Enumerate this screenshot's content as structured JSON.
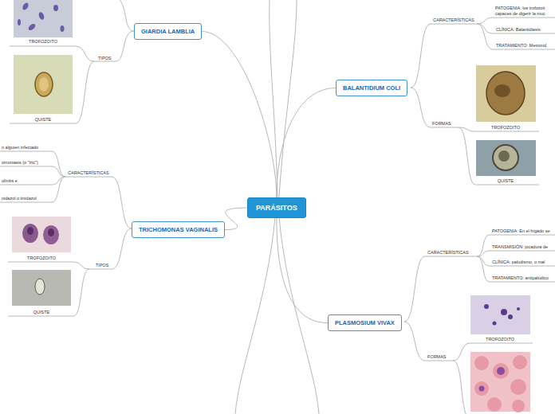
{
  "diagram": {
    "nodes": [
      {
        "text": [
          "PARÁSITOS"
        ]
      },
      {
        "text": [
          "GIARDIA LAMBLIA"
        ]
      },
      {
        "text": [
          "TRICHOMONAS VAGINALIS"
        ]
      },
      {
        "text": [
          "BALANTIDIUM COLI"
        ]
      },
      {
        "text": [
          "PLASMOSIUM VIVAX"
        ]
      }
    ],
    "edges": [
      {
        "from": 0,
        "to": 1,
        "arrow": "none"
      },
      {
        "from": 0,
        "to": 2,
        "arrow": "none"
      },
      {
        "from": 0,
        "to": 3,
        "arrow": "none"
      },
      {
        "from": 0,
        "to": 4,
        "arrow": "none"
      }
    ],
    "labels": [
      "TROFOZOITO",
      "TIPOS",
      "QUISTE",
      "n alguien infectado",
      "omoniasis (o \"tric\")",
      "olinitis e",
      "nidazol o tinidazol",
      "CARACTERÍSTICAS",
      "TROFOZOITO",
      "TIPOS",
      "QUISTE",
      "CARACTERÍSTICAS",
      "PATOGENIA: los trofozoit capaces de digerir la muc",
      "CLÍNICA: Balantidiasis",
      "TRATAMIENTO: Metronid",
      "FORMAS",
      "TROFOZOITO",
      "QUISTE",
      "CARACTERÍSTICAS",
      "PATOGENIA: En el hígado se",
      "TRANSMISIÓN: picadura de",
      "CLÍNICA: paludismo, o mal",
      "TRATAMIENTO: antipalúdico",
      "FORMAS",
      "TROFOZOITO"
    ]
  }
}
